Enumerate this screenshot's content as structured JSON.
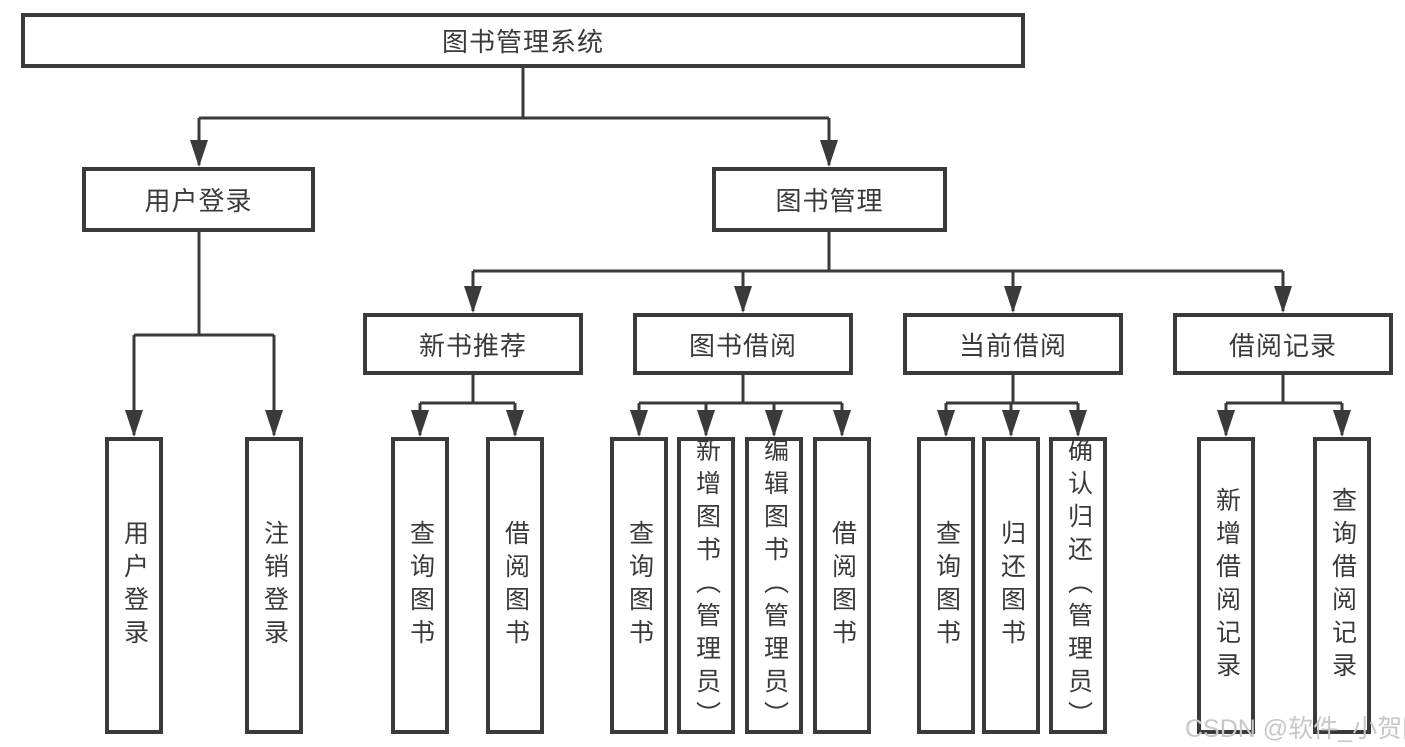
{
  "tree": {
    "label": "图书管理系统",
    "children": [
      {
        "label": "用户登录",
        "children": [
          {
            "label": "用户登录"
          },
          {
            "label": "注销登录"
          }
        ]
      },
      {
        "label": "图书管理",
        "children": [
          {
            "label": "新书推荐",
            "children": [
              {
                "label": "查询图书"
              },
              {
                "label": "借阅图书"
              }
            ]
          },
          {
            "label": "图书借阅",
            "children": [
              {
                "label": "查询图书"
              },
              {
                "label": "新增图书（管理员）"
              },
              {
                "label": "编辑图书（管理员）"
              },
              {
                "label": "借阅图书"
              }
            ]
          },
          {
            "label": "当前借阅",
            "children": [
              {
                "label": "查询图书"
              },
              {
                "label": "归还图书"
              },
              {
                "label": "确认归还（管理员）"
              }
            ]
          },
          {
            "label": "借阅记录",
            "children": [
              {
                "label": "新增借阅记录"
              },
              {
                "label": "查询借阅记录"
              }
            ]
          }
        ]
      }
    ]
  },
  "watermark": {
    "text": "CSDN @软件_小贺同学"
  },
  "colors": {
    "line": "#3a3a3a",
    "text": "#3a3a3a",
    "box_background": "#ffffff",
    "page_background": "#ffffff",
    "watermark": "#c8c8c8"
  }
}
